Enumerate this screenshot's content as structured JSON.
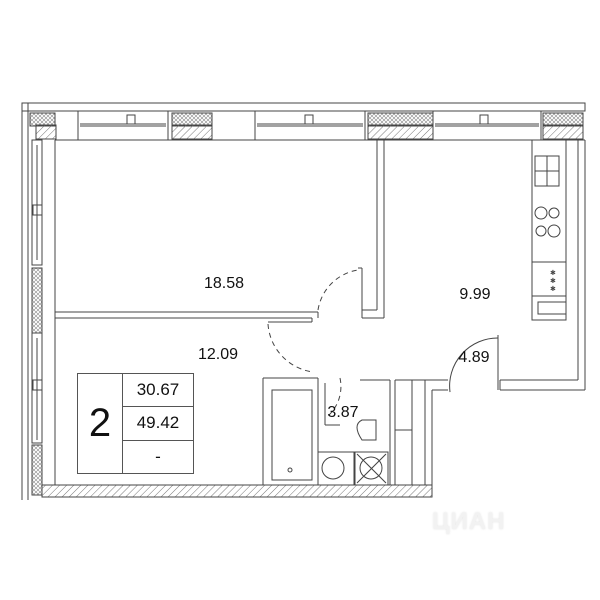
{
  "plan": {
    "type": "apartment-floor-plan",
    "rooms": [
      {
        "id": "living-room",
        "area": "18.58"
      },
      {
        "id": "bedroom",
        "area": "12.09"
      },
      {
        "id": "kitchen",
        "area": "9.99"
      },
      {
        "id": "hallway",
        "area": "4.89"
      },
      {
        "id": "bathroom",
        "area": "3.87"
      }
    ]
  },
  "summary": {
    "room_count": "2",
    "living_area": "30.67",
    "total_area": "49.42",
    "kitchen_note": "-"
  },
  "watermark": {
    "text": "ЦИАН"
  },
  "colors": {
    "line": "#444444",
    "hatch": "#777777",
    "background": "#ffffff"
  }
}
